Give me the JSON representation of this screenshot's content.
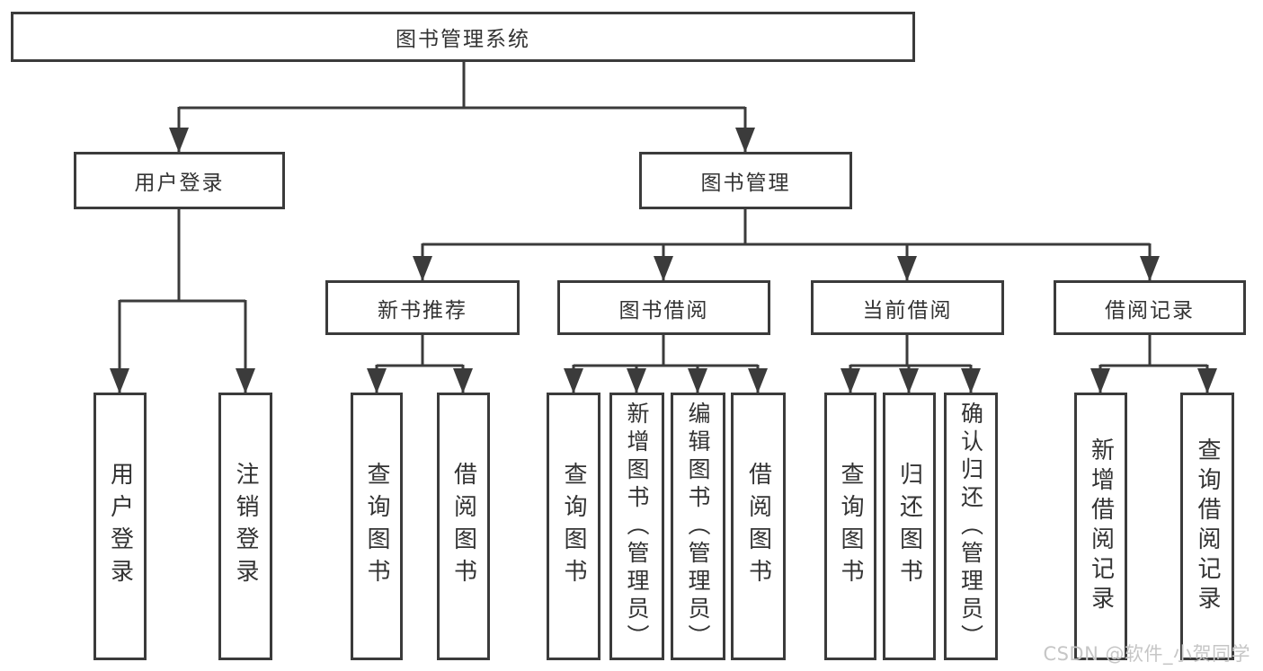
{
  "diagram": {
    "root": {
      "label": "图书管理系统"
    },
    "branches": [
      {
        "label": "用户登录",
        "children": [
          {
            "label": "用户登录"
          },
          {
            "label": "注销登录"
          }
        ]
      },
      {
        "label": "图书管理",
        "children": [
          {
            "label": "新书推荐",
            "children": [
              {
                "label": "查询图书"
              },
              {
                "label": "借阅图书"
              }
            ]
          },
          {
            "label": "图书借阅",
            "children": [
              {
                "label": "查询图书"
              },
              {
                "label": "新增图书（管理员）"
              },
              {
                "label": "编辑图书（管理员）"
              },
              {
                "label": "借阅图书"
              }
            ]
          },
          {
            "label": "当前借阅",
            "children": [
              {
                "label": "查询图书"
              },
              {
                "label": "归还图书"
              },
              {
                "label": "确认归还（管理员）"
              }
            ]
          },
          {
            "label": "借阅记录",
            "children": [
              {
                "label": "新增借阅记录"
              },
              {
                "label": "查询借阅记录"
              }
            ]
          }
        ]
      }
    ]
  },
  "watermark": {
    "text": "CSDN @软件_小贺同学"
  },
  "colors": {
    "line": "#3b3b3b",
    "box_border": "#3b3b3b",
    "text": "#333333",
    "background": "#ffffff",
    "watermark": "#c6c6c6"
  }
}
